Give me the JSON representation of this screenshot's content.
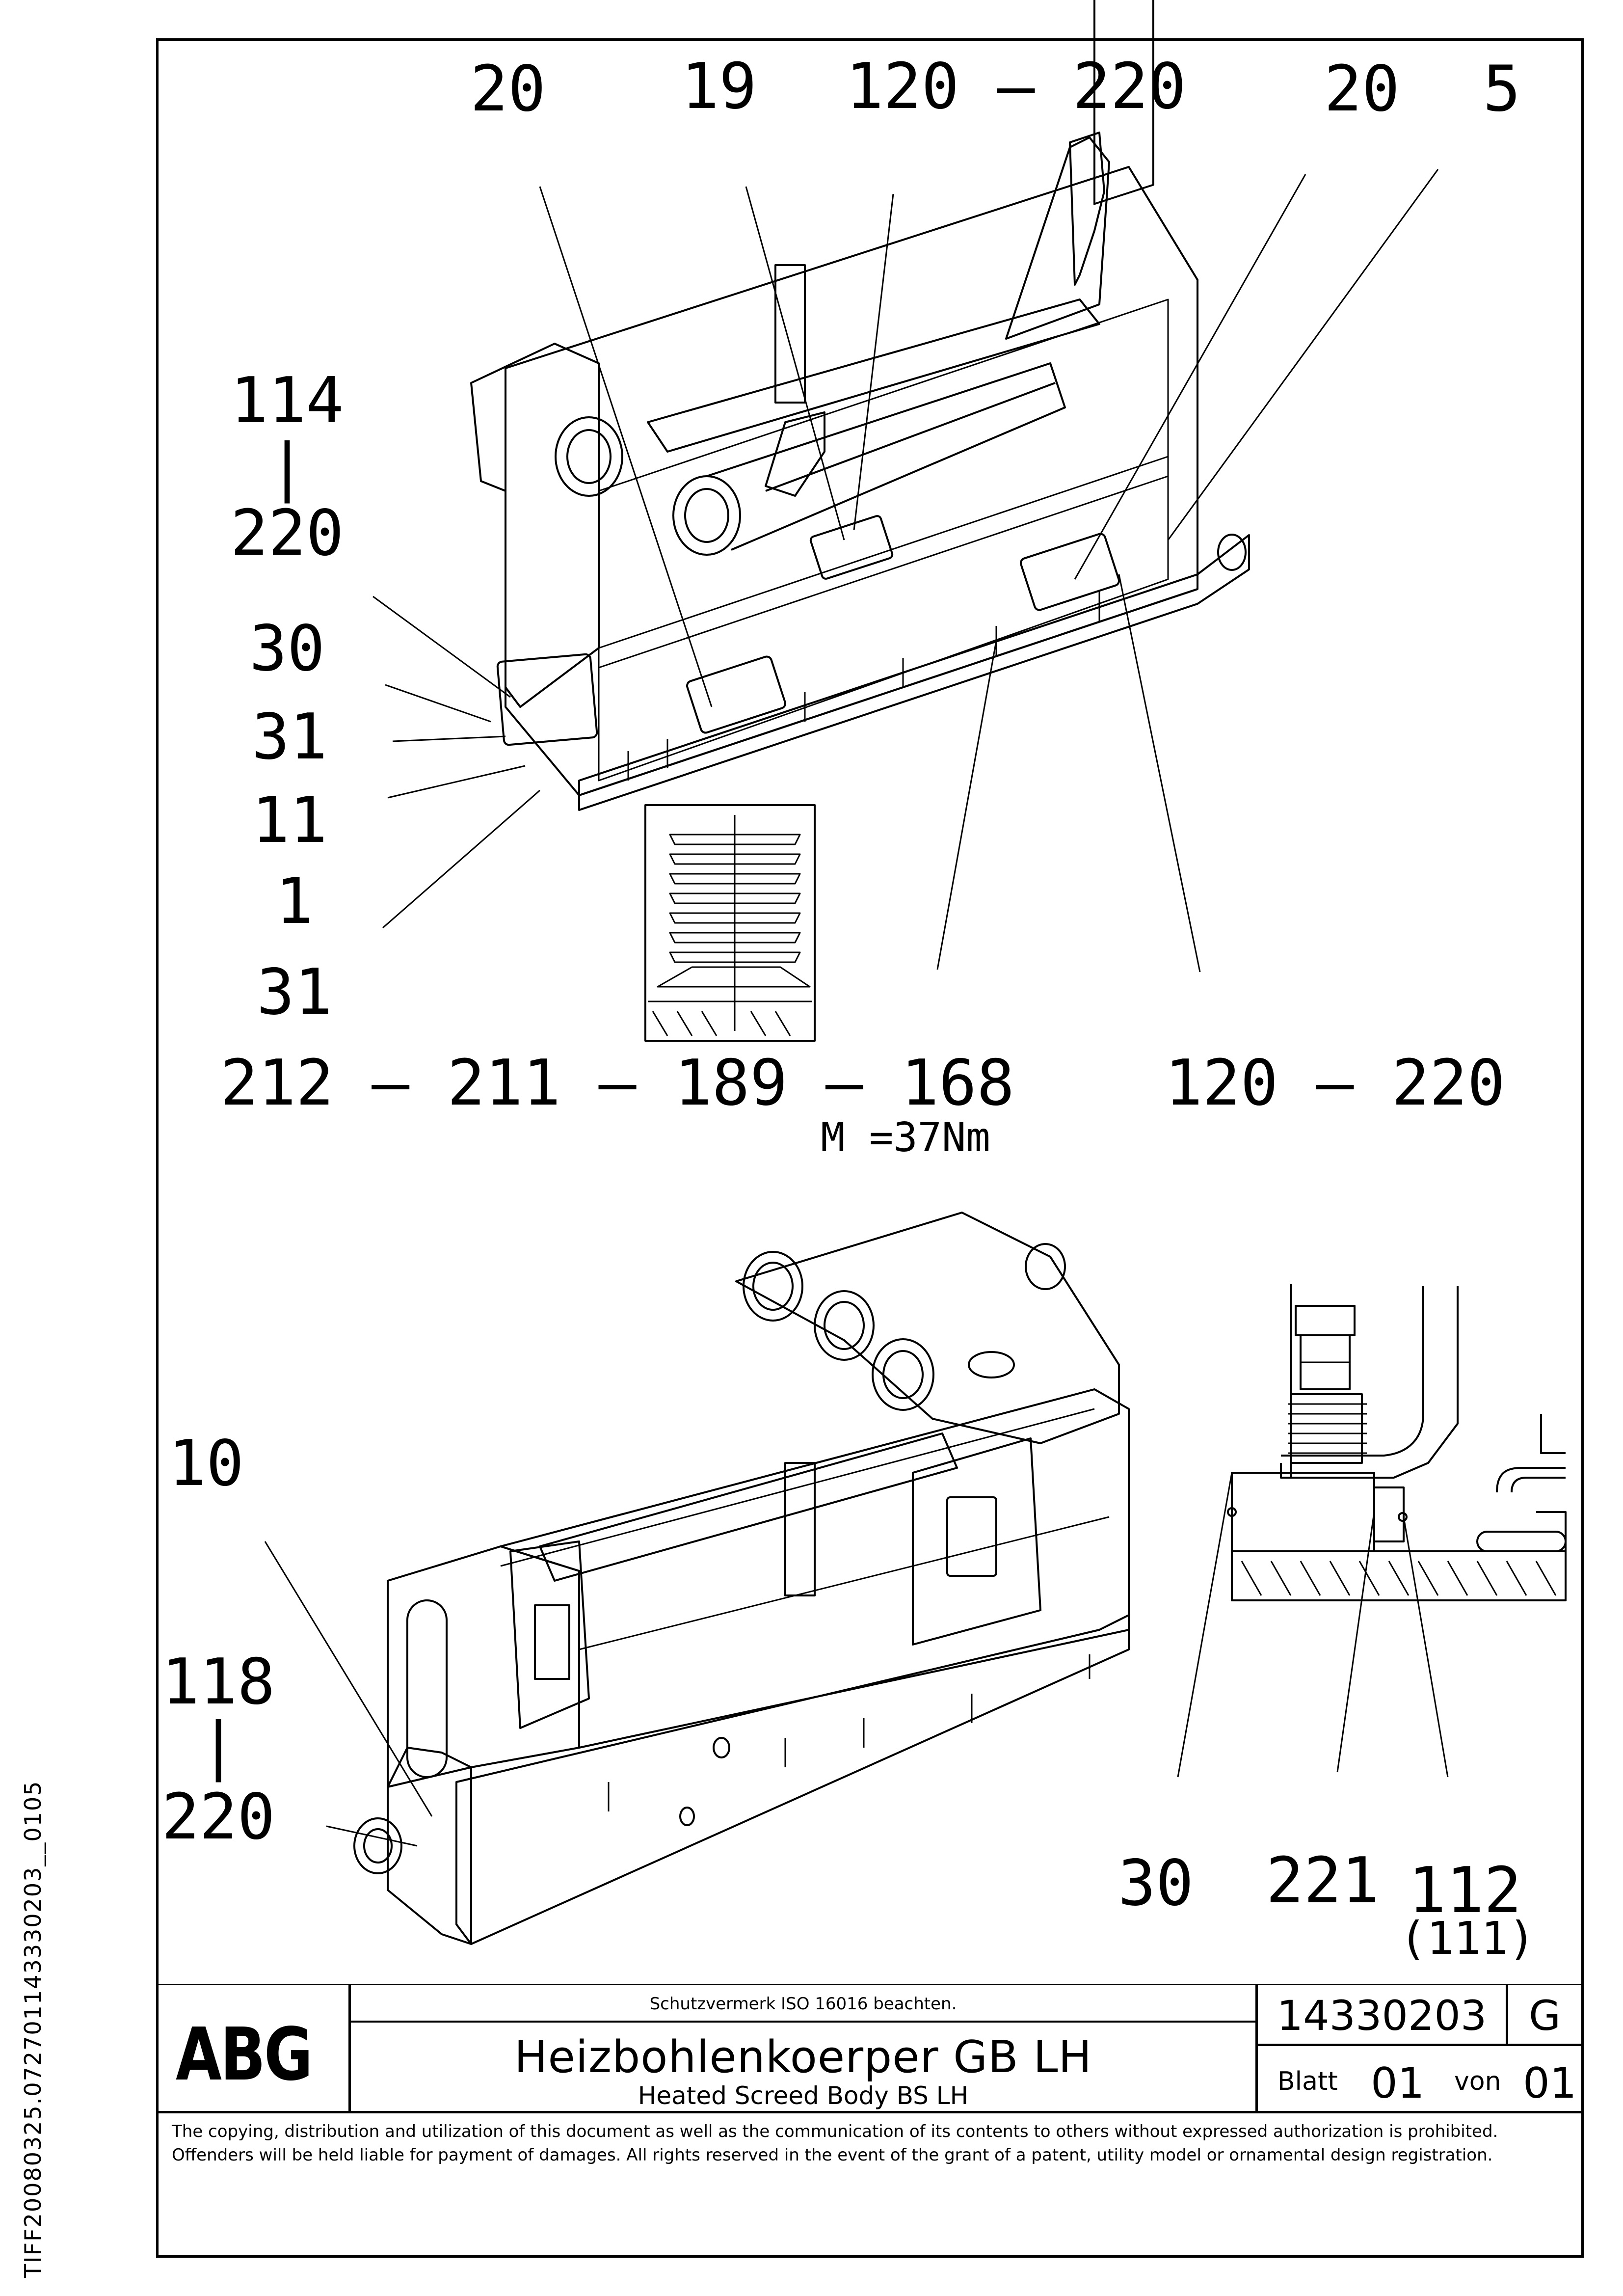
{
  "side_identifier": "TIFF20080325.072701143330203__0105",
  "callouts_top": {
    "c20a": "20",
    "c19": "19",
    "c120_220a": "120 — 220",
    "c20b": "20",
    "c5": "5",
    "c114": "114",
    "bar1": "|",
    "c220a": "220",
    "c30a": "30",
    "c31a": "31",
    "c11": "11",
    "c1": "1",
    "c31b": "31",
    "seq": "212 — 211 — 189 — 168",
    "torque": "M =37Nm",
    "c120_220b": "120 — 220"
  },
  "callouts_bottom": {
    "c10": "10",
    "c118": "118",
    "bar2": "|",
    "c220b": "220",
    "c30b": "30",
    "c221": "221",
    "c112": "112",
    "c111": "(111)"
  },
  "title_block": {
    "logo": "ABG",
    "protection_note": "Schutzvermerk ISO 16016 beachten.",
    "title_de": "Heizbohlenkoerper GB LH",
    "title_en": "Heated Screed Body BS LH",
    "drawing_number": "14330203",
    "revision": "G",
    "sheet_label": "Blatt",
    "sheet_value": "01",
    "of_label": "von",
    "of_value": "01"
  },
  "copyright": "The copying, distribution and utilization of this document as well as the communication of its contents to others without expressed authorization is prohibited. Offenders will be held liable for payment of damages. All rights reserved in the event of the grant of a patent, utility model or ornamental design registration."
}
